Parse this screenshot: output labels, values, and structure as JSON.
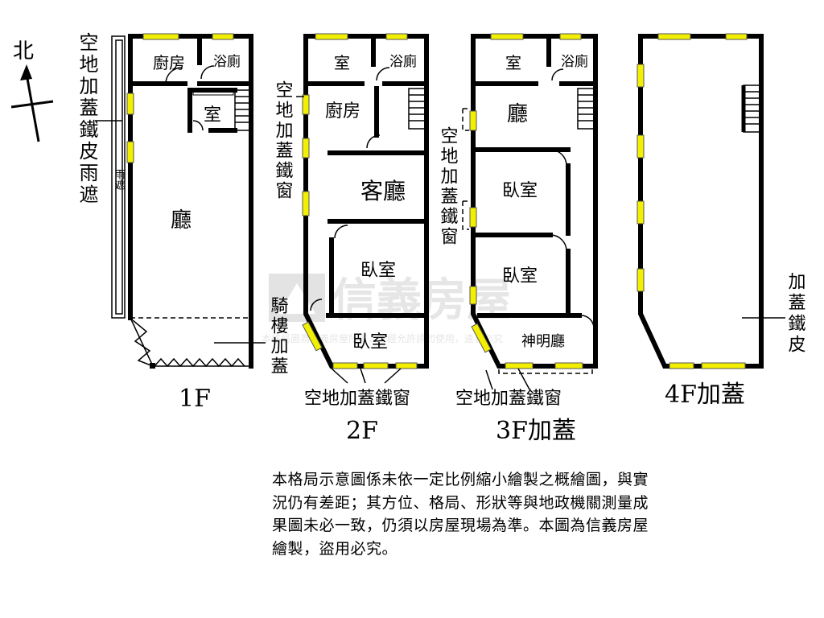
{
  "compass": {
    "north": "北"
  },
  "floor1": {
    "caption": "1F",
    "rooms": {
      "kitchen": "廚房",
      "bath": "浴廁",
      "room": "室",
      "hall": "廳"
    },
    "side_label": "空地加蓋鐵皮雨遮",
    "awning": "雨遮",
    "arcade": "騎樓加蓋"
  },
  "floor2": {
    "caption": "2F",
    "rooms": {
      "room": "室",
      "bath": "浴廁",
      "kitchen": "廚房",
      "living": "客廳",
      "bedroom1": "臥室",
      "bedroom2": "臥室"
    },
    "side_label": "空地加蓋鐵窗",
    "bottom_label": "空地加蓋鐵窗"
  },
  "floor3": {
    "caption": "3F加蓋",
    "rooms": {
      "room": "室",
      "bath": "浴廁",
      "hall": "廳",
      "bedroom1": "臥室",
      "bedroom2": "臥室",
      "shrine": "神明廳"
    },
    "side_label": "空地加蓋鐵窗",
    "bottom_label": "空地加蓋鐵窗"
  },
  "floor4": {
    "caption": "4F加蓋",
    "side_label": "加蓋鐵皮"
  },
  "watermark": {
    "brand": "信義房屋",
    "notice": "本格局圖為信義房屋所有，未經允許請勿使用，違者必究"
  },
  "colors": {
    "window": "#f2f000",
    "wall": "#000000",
    "watermark": "#e6e6e6"
  },
  "note": "本格局示意圖係未依一定比例縮小繪製之概繪圖，與實況仍有差距；其方位、格局、形狀等與地政機關測量成果圖未必一致，仍須以房屋現場為準。本圖為信義房屋繪製，盜用必究。"
}
